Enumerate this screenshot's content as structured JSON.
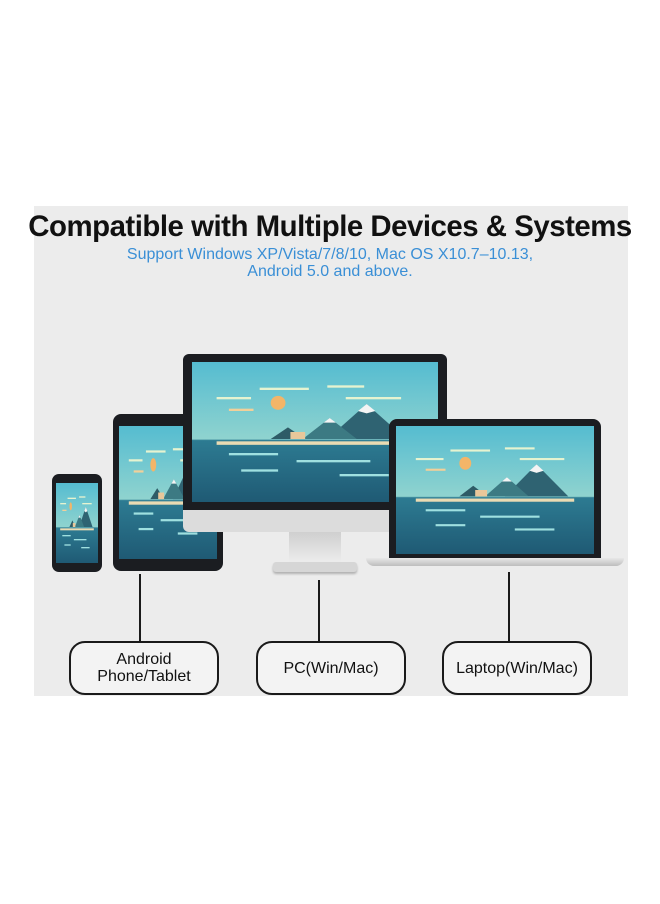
{
  "header": {
    "title": "Compatible with Multiple Devices & Systems",
    "subtitle_line1": "Support Windows XP/Vista/7/8/10, Mac OS X10.7–10.13,",
    "subtitle_line2": "Android 5.0 and above."
  },
  "devices": [
    {
      "name": "phone",
      "icon": "phone-icon"
    },
    {
      "name": "tablet",
      "icon": "tablet-icon"
    },
    {
      "name": "monitor",
      "icon": "monitor-icon"
    },
    {
      "name": "laptop",
      "icon": "laptop-icon"
    }
  ],
  "labels": {
    "android": "Android\nPhone/Tablet",
    "pc": "PC(Win/Mac)",
    "laptop": "Laptop(Win/Mac)"
  },
  "colors": {
    "subtitle": "#3a8fd6",
    "panel": "#ececec",
    "sky": "#6fc3cf",
    "water": "#2c6f86",
    "mountain": "#2f5f6c"
  }
}
